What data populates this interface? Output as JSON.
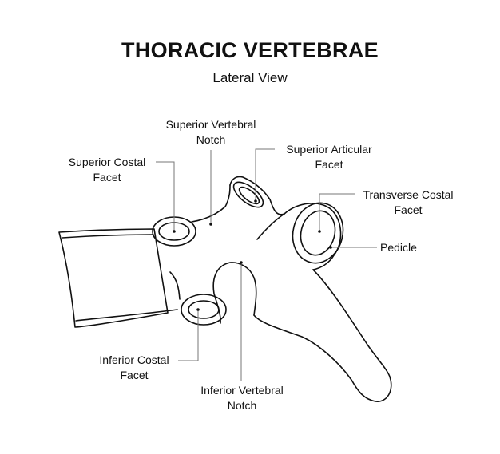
{
  "header": {
    "title": "THORACIC VERTEBRAE",
    "subtitle": "Lateral View"
  },
  "labels": {
    "superior_vertebral_notch": [
      "Superior Vertebral",
      "Notch"
    ],
    "superior_costal_facet": [
      "Superior Costal",
      "Facet"
    ],
    "superior_articular_facet": [
      "Superior Articular",
      "Facet"
    ],
    "transverse_costal_facet": [
      "Transverse Costal",
      "Facet"
    ],
    "pedicle": "Pedicle",
    "inferior_costal_facet": [
      "Inferior Costal",
      "Facet"
    ],
    "inferior_vertebral_notch": [
      "Inferior Vertebral",
      "Notch"
    ]
  },
  "colors": {
    "line": "#111111",
    "leader": "#777777",
    "background": "#ffffff"
  }
}
